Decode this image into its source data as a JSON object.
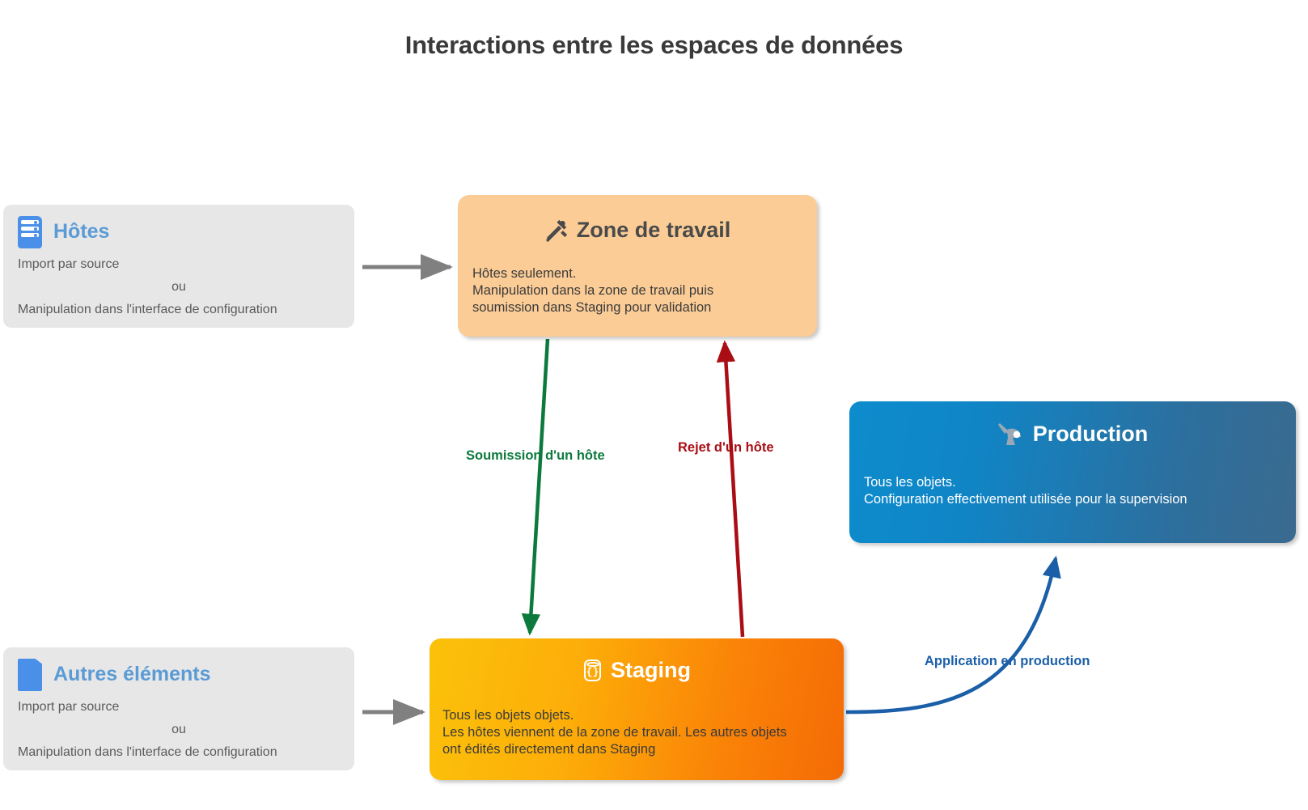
{
  "page": {
    "title": "Interactions entre les espaces de données",
    "background": "#ffffff"
  },
  "colors": {
    "side_box_bg": "#e7e7e7",
    "side_box_title": "#5b9bd5",
    "workspace_bg": "#fbcc96",
    "production_gradient_from": "#0d8ccd",
    "production_gradient_to": "#3b6a8e",
    "staging_gradient_from": "#fbc10a",
    "staging_gradient_to": "#f46b06",
    "arrow_grey": "#808080",
    "arrow_green": "#0b7a3c",
    "arrow_red": "#aa0d14",
    "arrow_blue": "#1a5fa8"
  },
  "nodes": {
    "hosts": {
      "icon": "server-icon",
      "title": "Hôtes",
      "lines": [
        "Import par source",
        "ou",
        "Manipulation dans l'interface de configuration"
      ]
    },
    "other_elements": {
      "icon": "document-icon",
      "title": "Autres éléments",
      "lines": [
        "Import par source",
        "ou",
        "Manipulation dans l'interface de configuration"
      ]
    },
    "workspace": {
      "icon": "tools-icon",
      "title": "Zone de travail",
      "body": "Hôtes seulement.\nManipulation dans la zone de travail puis\nsoumission dans Staging pour validation"
    },
    "production": {
      "icon": "satellite-antenna-icon",
      "title": "Production",
      "body": "Tous les objets.\nConfiguration effectivement utilisée pour la supervision"
    },
    "staging": {
      "icon": "database-icon",
      "title": "Staging",
      "body": "Tous les objets objets.\nLes hôtes viennent de la zone de travail. Les autres objets\nont édités directement dans Staging"
    }
  },
  "edges": {
    "hosts_to_workspace": {
      "label": "",
      "color": "#808080"
    },
    "other_to_staging": {
      "label": "",
      "color": "#808080"
    },
    "workspace_to_staging": {
      "label": "Soumission d'un hôte",
      "color": "#0b7a3c"
    },
    "staging_to_workspace": {
      "label": "Rejet d'un hôte",
      "color": "#aa0d14"
    },
    "staging_to_production": {
      "label": "Application en production",
      "color": "#1a5fa8"
    }
  }
}
